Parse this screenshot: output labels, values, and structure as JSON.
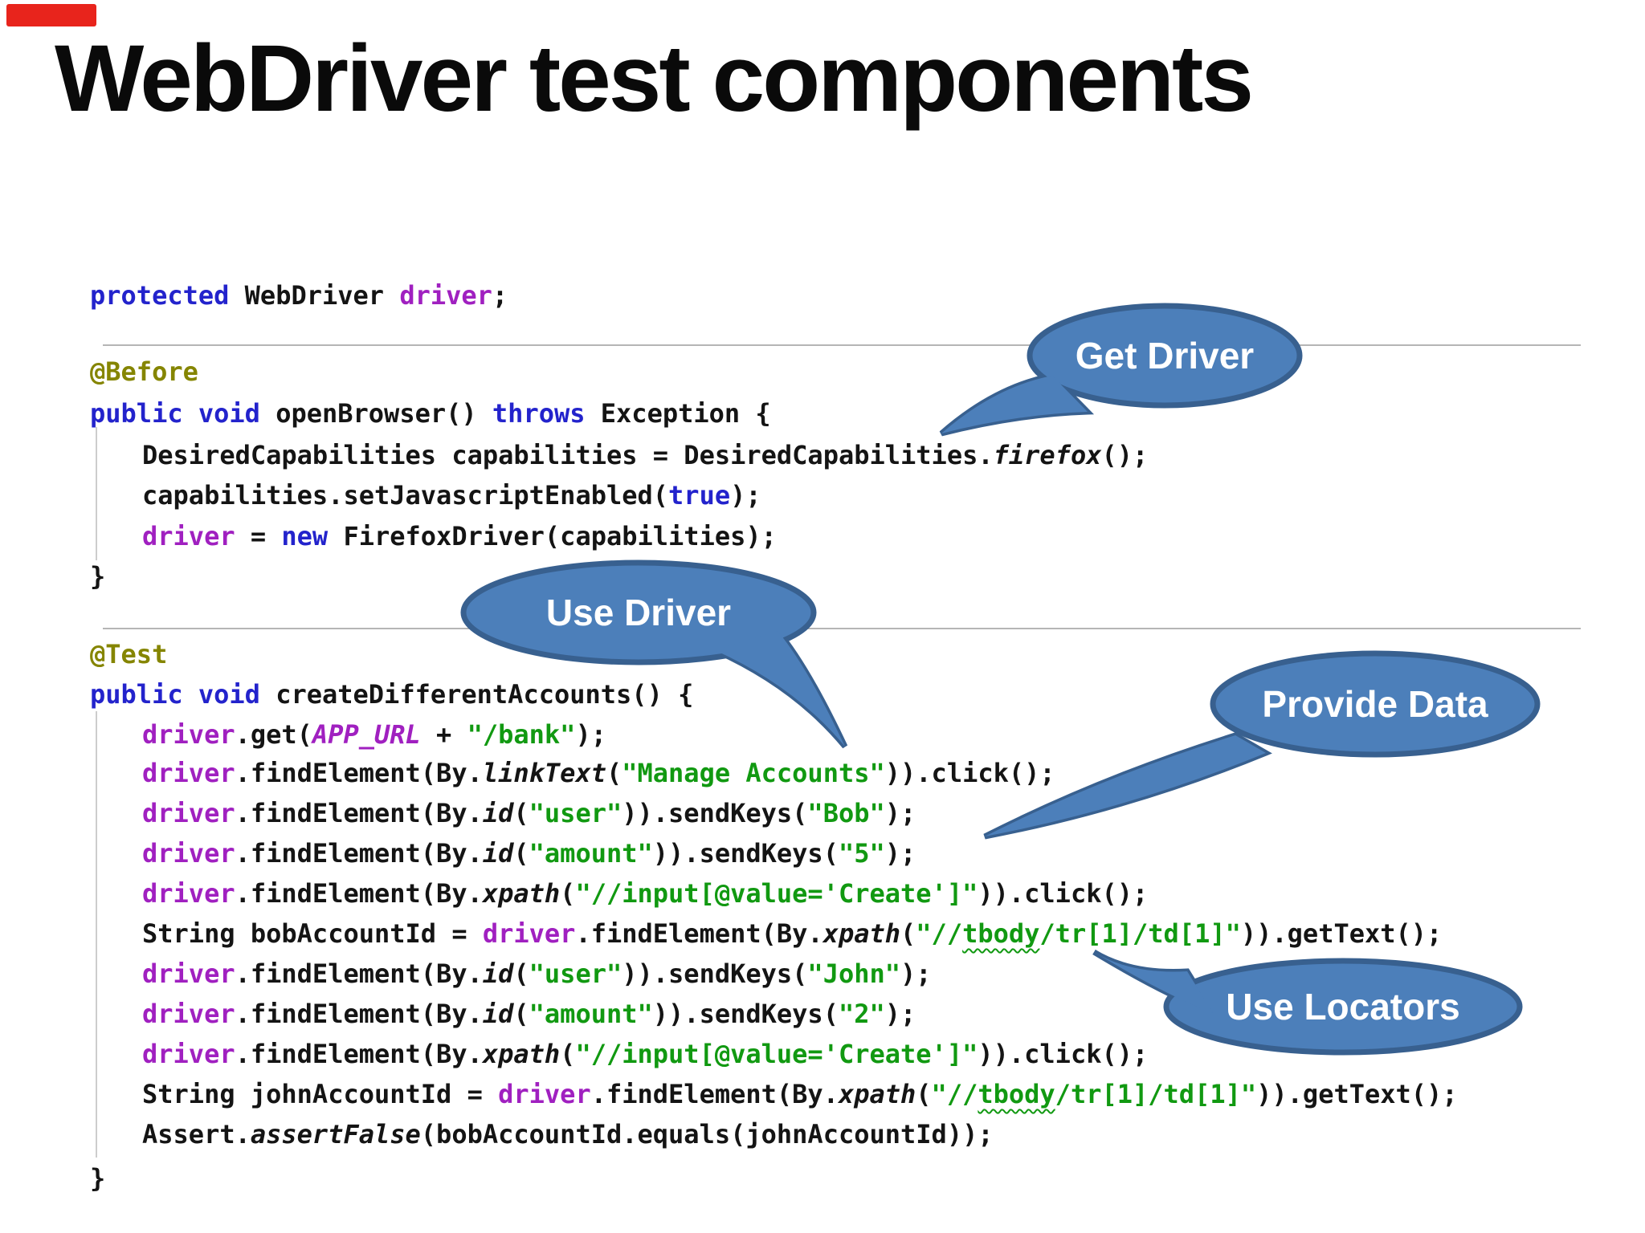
{
  "slide": {
    "title": "WebDriver test components"
  },
  "colors": {
    "title": "#0a0a0a",
    "plain": "#141414",
    "kw": "#2323cc",
    "fld": "#a020c0",
    "str": "#119911",
    "anno": "#858500",
    "separator": "#b5b5b5",
    "scopeline": "#cdcdcd",
    "bubble_fill": "#4c7fba",
    "bubble_border": "#38608f",
    "bubble_text": "#ffffff",
    "red_marker": "#e8241c"
  },
  "code": {
    "lines": [
      {
        "tokens": [
          [
            "kw",
            "protected"
          ],
          [
            "pl",
            " WebDriver "
          ],
          [
            "fld",
            "driver"
          ],
          [
            "pl",
            ";"
          ]
        ]
      },
      {
        "tokens": [
          [
            "anno",
            "@Before"
          ]
        ]
      },
      {
        "tokens": [
          [
            "kw",
            "public"
          ],
          [
            "pl",
            " "
          ],
          [
            "kw",
            "void"
          ],
          [
            "pl",
            " openBrowser() "
          ],
          [
            "kw",
            "throws"
          ],
          [
            "pl",
            " Exception {"
          ]
        ]
      },
      {
        "tokens": [
          [
            "pl",
            "DesiredCapabilities capabilities = DesiredCapabilities."
          ],
          [
            "sm",
            "firefox"
          ],
          [
            "pl",
            "();"
          ]
        ]
      },
      {
        "tokens": [
          [
            "pl",
            "capabilities.setJavascriptEnabled("
          ],
          [
            "kw",
            "true"
          ],
          [
            "pl",
            ");"
          ]
        ]
      },
      {
        "tokens": [
          [
            "fld",
            "driver"
          ],
          [
            "pl",
            " = "
          ],
          [
            "kw",
            "new"
          ],
          [
            "pl",
            " FirefoxDriver(capabilities);"
          ]
        ]
      },
      {
        "tokens": [
          [
            "pl",
            "}"
          ]
        ]
      },
      {
        "tokens": [
          [
            "anno",
            "@Test"
          ]
        ]
      },
      {
        "tokens": [
          [
            "kw",
            "public"
          ],
          [
            "pl",
            " "
          ],
          [
            "kw",
            "void"
          ],
          [
            "pl",
            " createDifferentAccounts() {"
          ]
        ]
      },
      {
        "tokens": [
          [
            "fld",
            "driver"
          ],
          [
            "pl",
            ".get("
          ],
          [
            "sf",
            "APP_URL"
          ],
          [
            "pl",
            " + "
          ],
          [
            "str",
            "\"/bank\""
          ],
          [
            "pl",
            ");"
          ]
        ]
      },
      {
        "tokens": [
          [
            "fld",
            "driver"
          ],
          [
            "pl",
            ".findElement(By."
          ],
          [
            "sm",
            "linkText"
          ],
          [
            "pl",
            "("
          ],
          [
            "str",
            "\"Manage Accounts\""
          ],
          [
            "pl",
            ")).click();"
          ]
        ]
      },
      {
        "tokens": [
          [
            "fld",
            "driver"
          ],
          [
            "pl",
            ".findElement(By."
          ],
          [
            "sm",
            "id"
          ],
          [
            "pl",
            "("
          ],
          [
            "str",
            "\"user\""
          ],
          [
            "pl",
            ")).sendKeys("
          ],
          [
            "str",
            "\"Bob\""
          ],
          [
            "pl",
            ");"
          ]
        ]
      },
      {
        "tokens": [
          [
            "fld",
            "driver"
          ],
          [
            "pl",
            ".findElement(By."
          ],
          [
            "sm",
            "id"
          ],
          [
            "pl",
            "("
          ],
          [
            "str",
            "\"amount\""
          ],
          [
            "pl",
            ")).sendKeys("
          ],
          [
            "str",
            "\"5\""
          ],
          [
            "pl",
            ");"
          ]
        ]
      },
      {
        "tokens": [
          [
            "fld",
            "driver"
          ],
          [
            "pl",
            ".findElement(By."
          ],
          [
            "sm",
            "xpath"
          ],
          [
            "pl",
            "("
          ],
          [
            "str",
            "\"//input[@value='Create']\""
          ],
          [
            "pl",
            ")).click();"
          ]
        ]
      },
      {
        "tokens": [
          [
            "pl",
            "String bobAccountId = "
          ],
          [
            "fld",
            "driver"
          ],
          [
            "pl",
            ".findElement(By."
          ],
          [
            "sm",
            "xpath"
          ],
          [
            "pl",
            "("
          ],
          [
            "str",
            "\"//"
          ],
          [
            "sq",
            "tbody"
          ],
          [
            "str",
            "/tr[1]/td[1]\""
          ],
          [
            "pl",
            ")).getText();"
          ]
        ]
      },
      {
        "tokens": [
          [
            "fld",
            "driver"
          ],
          [
            "pl",
            ".findElement(By."
          ],
          [
            "sm",
            "id"
          ],
          [
            "pl",
            "("
          ],
          [
            "str",
            "\"user\""
          ],
          [
            "pl",
            ")).sendKeys("
          ],
          [
            "str",
            "\"John\""
          ],
          [
            "pl",
            ");"
          ]
        ]
      },
      {
        "tokens": [
          [
            "fld",
            "driver"
          ],
          [
            "pl",
            ".findElement(By."
          ],
          [
            "sm",
            "id"
          ],
          [
            "pl",
            "("
          ],
          [
            "str",
            "\"amount\""
          ],
          [
            "pl",
            ")).sendKeys("
          ],
          [
            "str",
            "\"2\""
          ],
          [
            "pl",
            ");"
          ]
        ]
      },
      {
        "tokens": [
          [
            "fld",
            "driver"
          ],
          [
            "pl",
            ".findElement(By."
          ],
          [
            "sm",
            "xpath"
          ],
          [
            "pl",
            "("
          ],
          [
            "str",
            "\"//input[@value='Create']\""
          ],
          [
            "pl",
            ")).click();"
          ]
        ]
      },
      {
        "tokens": [
          [
            "pl",
            "String johnAccountId = "
          ],
          [
            "fld",
            "driver"
          ],
          [
            "pl",
            ".findElement(By."
          ],
          [
            "sm",
            "xpath"
          ],
          [
            "pl",
            "("
          ],
          [
            "str",
            "\"//"
          ],
          [
            "sq",
            "tbody"
          ],
          [
            "str",
            "/tr[1]/td[1]\""
          ],
          [
            "pl",
            ")).getText();"
          ]
        ]
      },
      {
        "tokens": [
          [
            "pl",
            "Assert."
          ],
          [
            "sm",
            "assertFalse"
          ],
          [
            "pl",
            "(bobAccountId.equals(johnAccountId));"
          ]
        ]
      },
      {
        "tokens": [
          [
            "pl",
            "}"
          ]
        ]
      }
    ]
  },
  "callouts": [
    {
      "label": "Get Driver"
    },
    {
      "label": "Use Driver"
    },
    {
      "label": "Provide Data"
    },
    {
      "label": "Use Locators"
    }
  ]
}
